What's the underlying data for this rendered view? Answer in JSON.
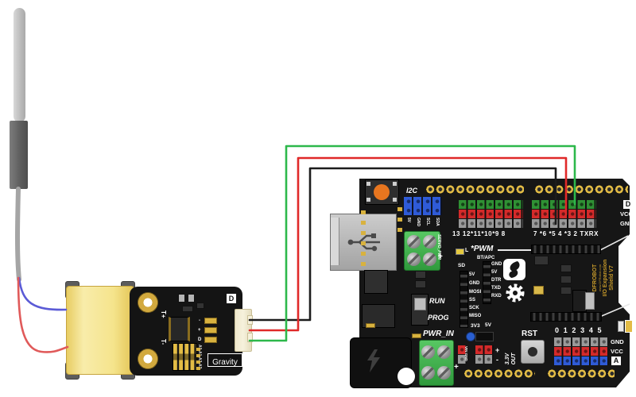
{
  "wire_colors": {
    "signal_green": "#2db84b",
    "power_red": "#e02929",
    "ground_black": "#1c1c1c",
    "probe_blue": "#5b5bd6",
    "probe_red": "#e05a5a"
  },
  "gravity_board": {
    "terminal_plus": "T+",
    "terminal_minus": "T-",
    "digital_marker": "D",
    "address_switch_labels": [
      "A0",
      "A1",
      "A2",
      "A3"
    ],
    "connector_pins": [
      "-",
      "+",
      "D"
    ],
    "badge": "Gravity"
  },
  "shield": {
    "i2c": {
      "label": "I2C",
      "pins": [
        "5V",
        "GND",
        "SCL",
        "SDA"
      ]
    },
    "servo": {
      "label": "SERVO_PWR",
      "plus": "+"
    },
    "digital": {
      "left": "13 12*11*10*9 8",
      "right": "7 *6 *5 4 *3 2 TXRX",
      "d": "D",
      "vcc": "VCC",
      "gnd": "GND"
    },
    "pwm": {
      "led": "L",
      "label": "*PWM"
    },
    "bt_apc": {
      "label": "BT/APC",
      "pins": [
        "GND",
        "5V",
        "DTR",
        "TXD",
        "RXD"
      ]
    },
    "sd": {
      "label": "SD",
      "pins": [
        "5V",
        "GND",
        "MOSI",
        "SS",
        "SCK",
        "MISO"
      ]
    },
    "mode": {
      "run": "RUN",
      "prog": "PROG"
    },
    "power": {
      "pwr_in": "PWR_IN",
      "v33": "3V3",
      "v5": "5V",
      "vin_gnd": "VIN GND",
      "plus": "+",
      "minus": "-",
      "out_v": "3.3V",
      "out": "OUT"
    },
    "reset": "RST",
    "analog": {
      "numbers": "0 1 2 3 4 5",
      "gnd": "GND",
      "vcc": "VCC",
      "a": "A"
    },
    "branding": {
      "name": "DFROBOT",
      "url": "www.DFRobot.com",
      "line1": "I/O Expansion",
      "line2": "Shield V7"
    }
  }
}
